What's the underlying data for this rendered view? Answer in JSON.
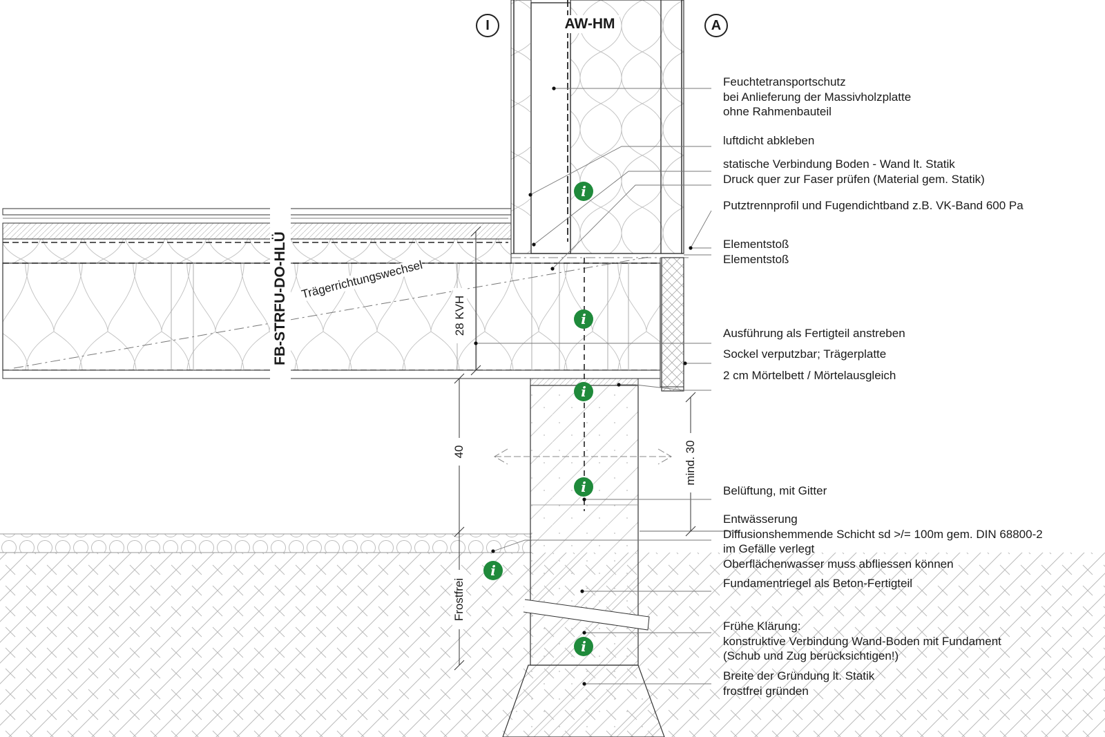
{
  "axis_markers": {
    "inside": "I",
    "outside": "A"
  },
  "wall_code": "AW-HM",
  "floor_code": "FB-STRFU-DO-HLÜ",
  "beam_direction_note": "Trägerrichtungswechsel",
  "dimensions": {
    "floor_depth": "28 KVH",
    "clearance": "40",
    "min_height": "mind. 30",
    "frost_depth": "Frostfrei"
  },
  "annotations": [
    {
      "lines": [
        "Feuchtetransportschutz",
        "bei Anlieferung der Massivholzplatte",
        "ohne Rahmenbauteil"
      ]
    },
    {
      "lines": [
        "luftdicht abkleben"
      ]
    },
    {
      "lines": [
        "statische Verbindung Boden - Wand lt. Statik",
        "Druck quer zur Faser prüfen (Material gem. Statik)"
      ]
    },
    {
      "lines": [
        "Putztrennprofil und Fugendichtband z.B. VK-Band 600 Pa"
      ]
    },
    {
      "lines": [
        "Elementstoß",
        "Elementstoß"
      ]
    },
    {
      "lines": [
        "Ausführung als Fertigteil anstreben"
      ]
    },
    {
      "lines": [
        "Sockel verputzbar; Trägerplatte"
      ]
    },
    {
      "lines": [
        "2 cm Mörtelbett / Mörtelausgleich"
      ]
    },
    {
      "lines": [
        "Belüftung, mit Gitter"
      ]
    },
    {
      "lines": [
        "Entwässerung",
        "Diffusionshemmende Schicht sd >/= 100m gem. DIN 68800-2",
        "im Gefälle verlegt",
        "Oberflächenwasser muss abfliessen können"
      ]
    },
    {
      "lines": [
        "Fundamentriegel als Beton-Fertigteil"
      ]
    },
    {
      "lines": [
        "Frühe Klärung:",
        "konstruktive Verbindung Wand-Boden mit Fundament",
        "(Schub und Zug berücksichtigen!)"
      ]
    },
    {
      "lines": [
        "Breite der Gründung lt. Statik",
        "frostfrei gründen"
      ]
    }
  ],
  "info_icon_glyph": "i",
  "colors": {
    "info_icon": "#1f8a3b",
    "line": "#1a1a1a"
  }
}
